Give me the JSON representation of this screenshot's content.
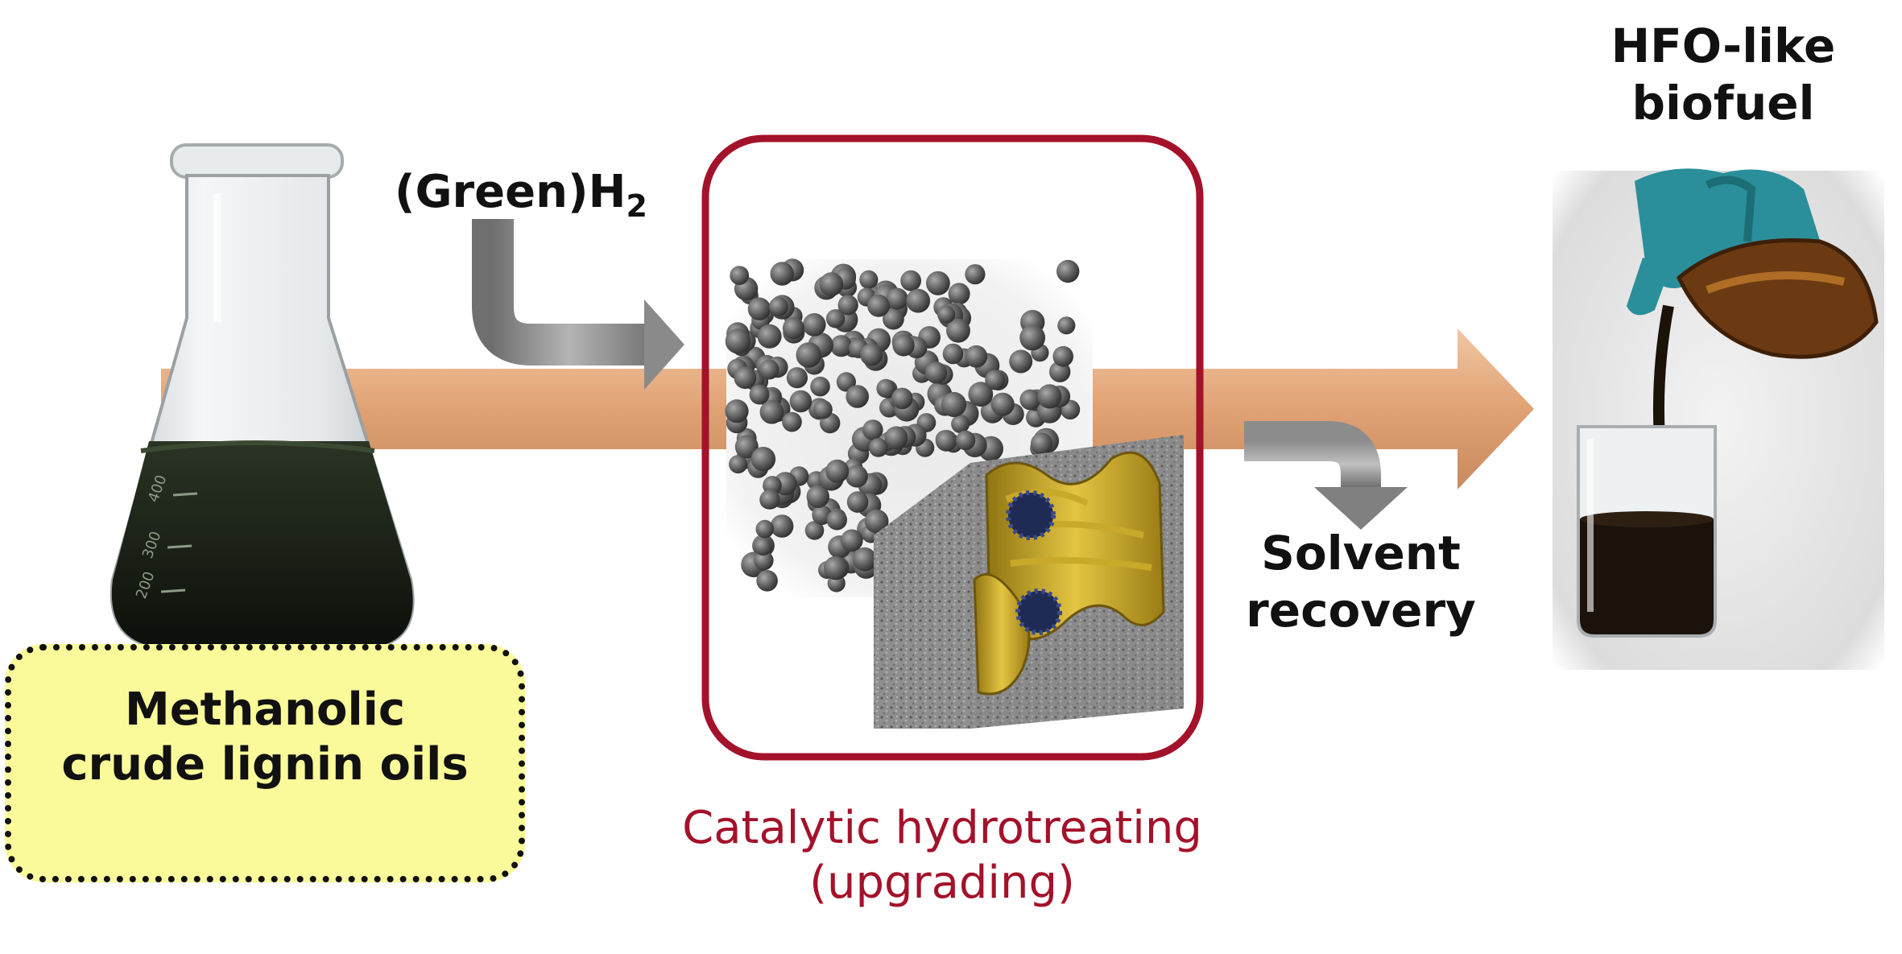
{
  "feedstock": {
    "label_line1": "Methanolic",
    "label_line2": "crude lignin oils",
    "flask_image": "flask-of-dark-oil",
    "flask_marks": [
      "400",
      "300",
      "200"
    ]
  },
  "hydrogen": {
    "label_main": "(Green)H",
    "label_subscript": "2",
    "arrow_icon": "bent-arrow-down-right"
  },
  "process": {
    "label_line1": "Catalytic hydrotreating",
    "label_line2": "(upgrading)",
    "box_color": "#a3122a",
    "image": "catalyst-particles-and-pore-cutaway"
  },
  "solvent": {
    "label_line1": "Solvent",
    "label_line2": "recovery",
    "arrow_icon": "bent-arrow-right-down"
  },
  "product": {
    "label_line1": "HFO-like",
    "label_line2": "biofuel",
    "image": "pouring-biofuel-into-beaker"
  },
  "main_arrow": {
    "color": "#e2a878",
    "icon": "right-arrow"
  },
  "colors": {
    "process_red": "#a3122a",
    "label_yellow": "#fafa9a",
    "arrow_orange": "#e2a878",
    "grey_arrow": "#8a8a8a"
  }
}
